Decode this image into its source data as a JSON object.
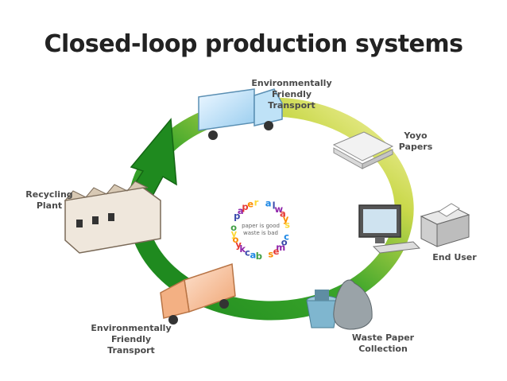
{
  "title": "Closed-loop production systems",
  "stages": {
    "transport_top": [
      "Environmentally",
      "Friendly",
      "Transport"
    ],
    "yoyo_papers": [
      "Yoyo",
      "Papers"
    ],
    "end_user": [
      "End User"
    ],
    "waste_collection": [
      "Waste Paper",
      "Collection"
    ],
    "transport_bottom": [
      "Environmentally",
      "Friendly",
      "Transport"
    ],
    "recycling_plant": [
      "Recycling",
      "Plant"
    ]
  },
  "brand": {
    "slogan": "yoyo paper always comes back",
    "inner": [
      "paper is good",
      "waste is bad"
    ]
  },
  "colors": {
    "title": "#222222",
    "cycle_dark": "#1f8a1f",
    "cycle_light": "#f4f2a8",
    "label": "#4a4a4a"
  },
  "icons": [
    "truck-icon",
    "paper-stack-icon",
    "computer-icon",
    "printer-icon",
    "waste-bin-icon",
    "garbage-bag-icon",
    "factory-icon",
    "recycle-arrow-icon"
  ]
}
